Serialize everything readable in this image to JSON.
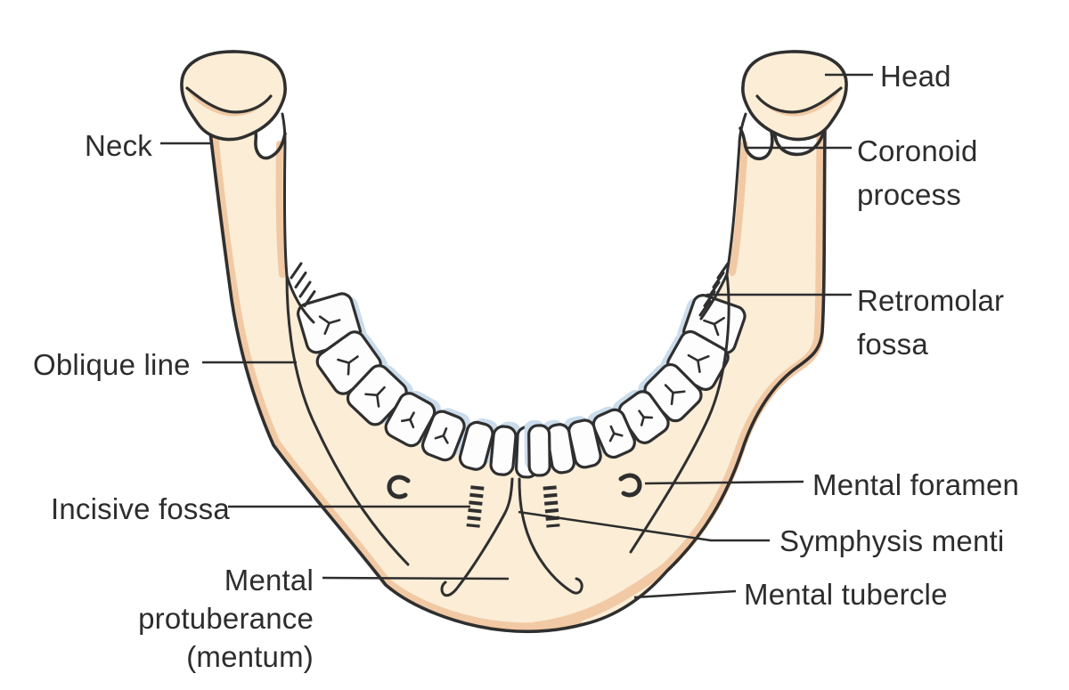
{
  "figure": {
    "labels": {
      "head": "Head",
      "neck": "Neck",
      "coronoid_process": "Coronoid process",
      "retromolar_fossa": "Retromolar fossa",
      "oblique_line": "Oblique line",
      "incisive_fossa": "Incisive fossa",
      "mental_protuberance": "Mental protuberance (mentum)",
      "mental_foramen": "Mental foramen",
      "symphysis_menti": "Symphysis menti",
      "mental_tubercle": "Mental tubercle"
    },
    "colors": {
      "background": "#FFFFFF",
      "bone": "#FBEDD6",
      "bone_shade": "#F1C9A4",
      "outline": "#2F2F2F",
      "tooth": "#FDFDFE",
      "tooth_shadow": "#CBDCEC",
      "label_text": "#2D2D2D",
      "leader_line": "#2D2D2D"
    }
  }
}
